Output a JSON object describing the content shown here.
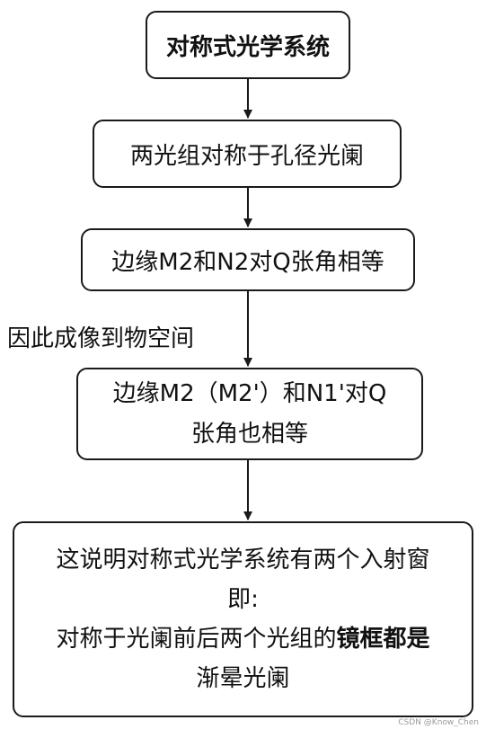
{
  "nodes": {
    "title": {
      "line1": "对称式光学系统"
    },
    "step1": {
      "line1": "两光组对称于孔径光阑"
    },
    "step2": {
      "line1": "边缘M2和N2对Q张角相等"
    },
    "step3": {
      "line1": "边缘M2（M2'）和N1'对Q",
      "line2": "张角也相等"
    },
    "conclusion": {
      "line1": "这说明对称式光学系统有两个入射窗",
      "line2": "即:",
      "line3_prefix": "对称于光阑前后两个光组的",
      "line3_bold": "镜框都是",
      "line4": "渐晕光阑"
    }
  },
  "edges": {
    "label_step2_to_step3": "因此成像到物空间"
  },
  "watermark": "CSDN @Know_Chen"
}
